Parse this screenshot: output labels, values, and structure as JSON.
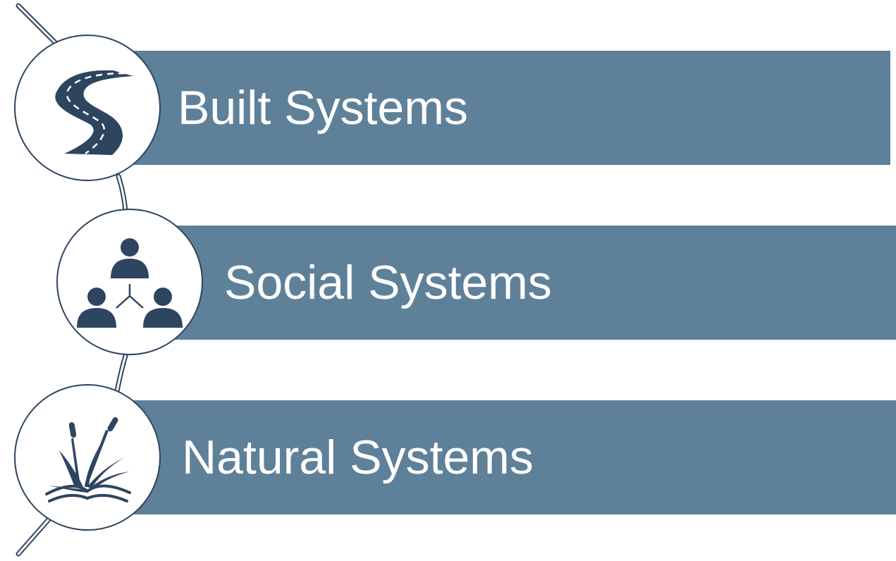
{
  "colors": {
    "band": "#5f8099",
    "icon": "#2e4560",
    "label": "#ffffff",
    "background": "#ffffff"
  },
  "items": [
    {
      "label": "Built Systems",
      "icon": "road-icon"
    },
    {
      "label": "Social Systems",
      "icon": "people-network-icon"
    },
    {
      "label": "Natural Systems",
      "icon": "cattail-plant-icon"
    }
  ]
}
